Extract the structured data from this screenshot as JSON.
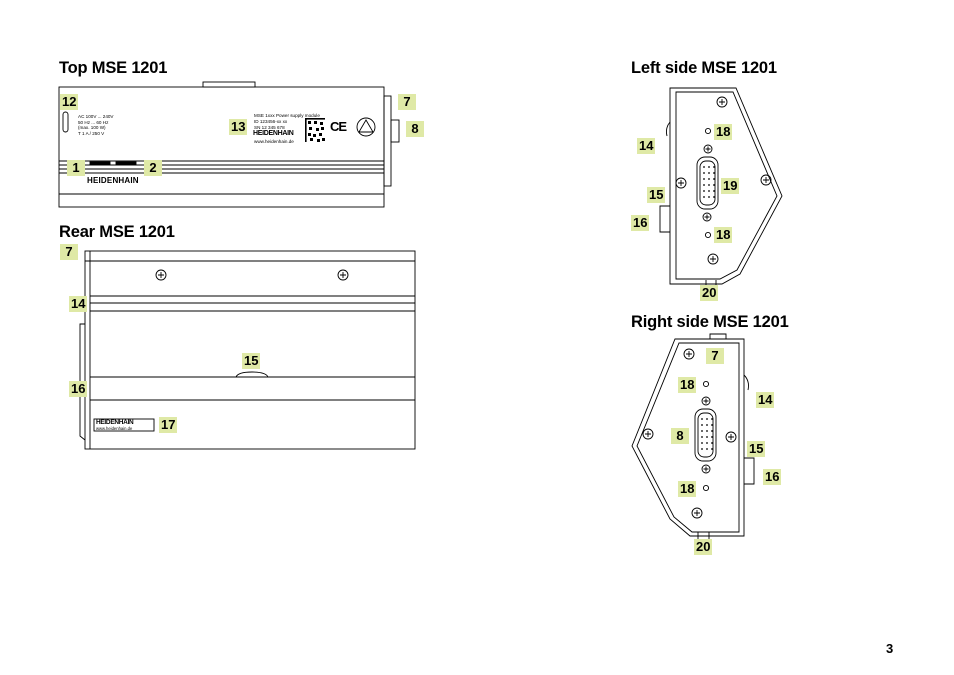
{
  "page_number": "3",
  "views": {
    "top": {
      "title": "Top MSE 1201",
      "callouts": [
        "12",
        "1",
        "2",
        "13",
        "7",
        "8"
      ],
      "logo_text": "HEIDENHAIN",
      "rating_label": [
        "AC 100V ... 240V",
        "50 Hz ... 60 Hz",
        "(max. 100 W)",
        "T 1 A / 250 V"
      ],
      "type_plate": {
        "lines": [
          "MSE 1xxx     Power supply module",
          "ID 123456-xx        xx",
          "SN 12 345 678"
        ],
        "brand": "HEIDENHAIN",
        "url": "www.heidenhain.de",
        "ce_mark": "CE"
      }
    },
    "rear": {
      "title": "Rear MSE 1201",
      "callouts": [
        "7",
        "14",
        "15",
        "16",
        "17"
      ],
      "label_brand": "HEIDENHAIN",
      "label_url": "www.heidenhain.de"
    },
    "left": {
      "title": "Left side MSE 1201",
      "callouts": [
        "14",
        "18",
        "19",
        "15",
        "16",
        "18",
        "20"
      ]
    },
    "right": {
      "title": "Right side MSE 1201",
      "callouts": [
        "7",
        "18",
        "14",
        "8",
        "15",
        "16",
        "18",
        "20"
      ]
    }
  },
  "icons": [
    "screw-icon",
    "hole-icon",
    "sub-d-connector-icon",
    "ce-mark-icon",
    "warning-triangle-icon",
    "data-matrix-icon"
  ]
}
